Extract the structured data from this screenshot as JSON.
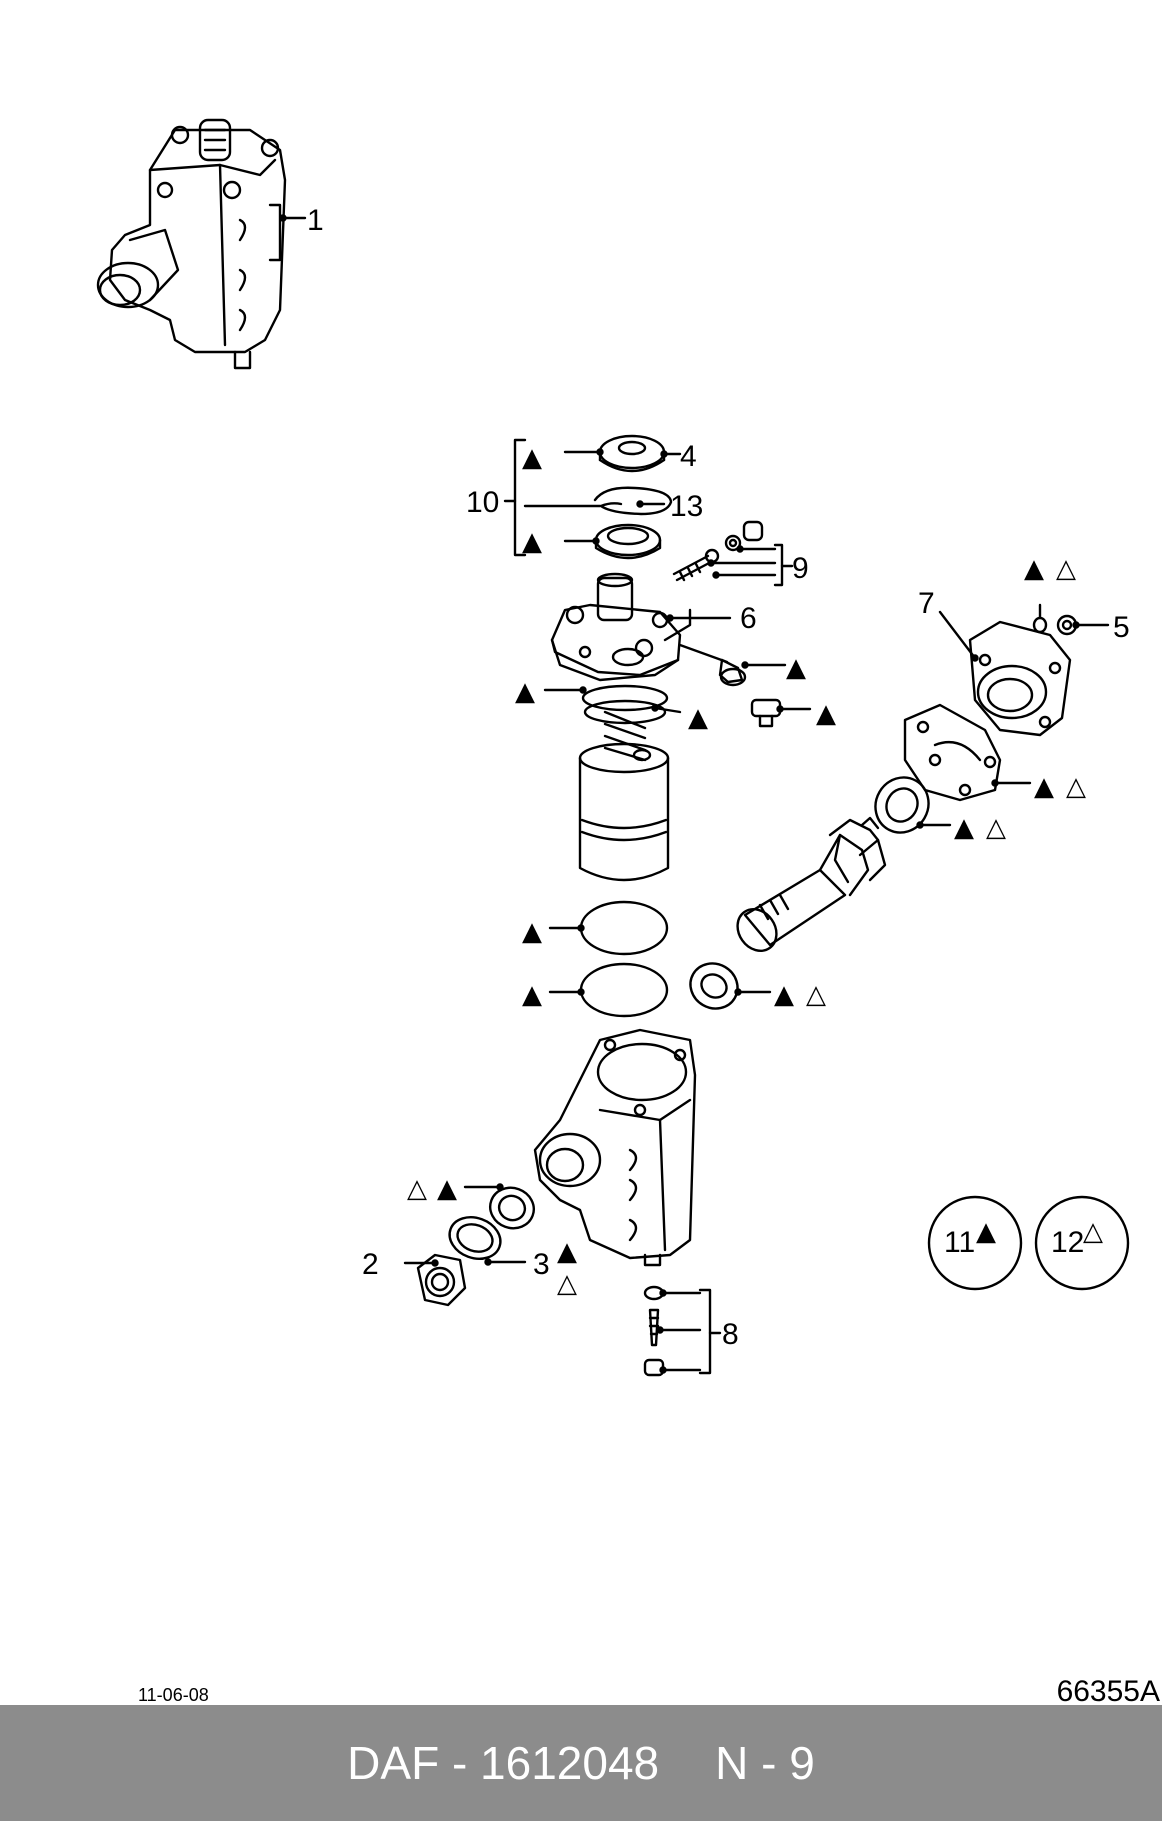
{
  "callouts": {
    "c1": "1",
    "c2": "2",
    "c3": "3",
    "c4": "4",
    "c5": "5",
    "c6": "6",
    "c7": "7",
    "c8": "8",
    "c9": "9",
    "c10": "10",
    "c13": "13"
  },
  "symbols": {
    "filled": "▲",
    "hollow": "△"
  },
  "legend": {
    "item11": "11",
    "item12": "12"
  },
  "footer": {
    "date": "11-06-08",
    "drawing_number": "66355A",
    "brand_part": "DAF - 1612048",
    "page": "N - 9"
  }
}
